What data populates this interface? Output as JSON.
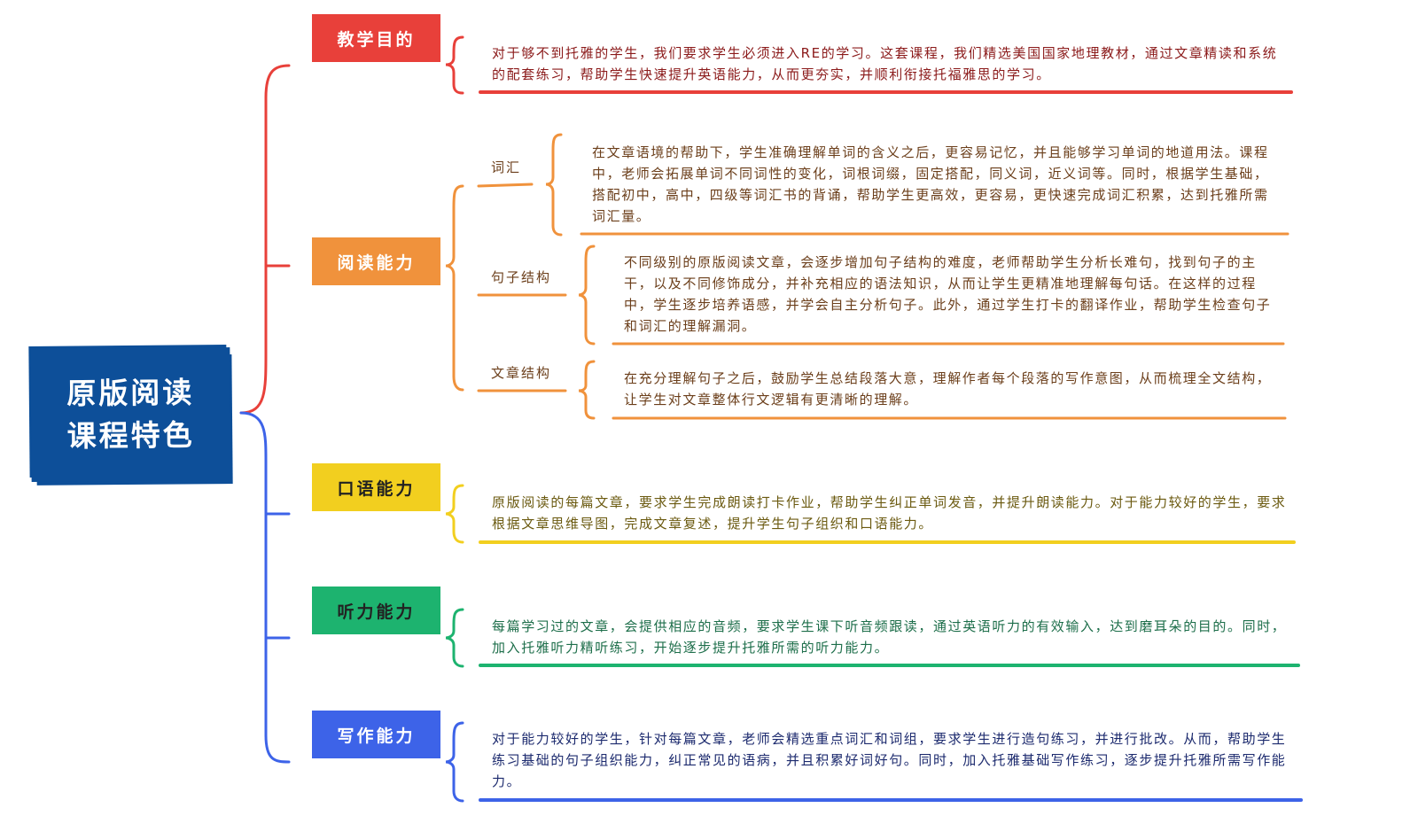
{
  "center": {
    "line1": "原版阅读",
    "line2": "课程特色"
  },
  "colors": {
    "red": "#e8403a",
    "orange": "#f0923c",
    "yellow": "#f2cf1f",
    "green": "#1db36f",
    "blue": "#3d63e8",
    "navy": "#0d4f99"
  },
  "branches": {
    "goal": {
      "label": "教学目的",
      "text": "对于够不到托雅的学生，我们要求学生必须进入RE的学习。这套课程，我们精选美国国家地理教材，通过文章精读和系统的配套练习，帮助学生快速提升英语能力，从而更夯实，并顺利衔接托福雅思的学习。"
    },
    "reading": {
      "label": "阅读能力",
      "subs": [
        {
          "label": "词汇",
          "text": "在文章语境的帮助下，学生准确理解单词的含义之后，更容易记忆，并且能够学习单词的地道用法。课程中，老师会拓展单词不同词性的变化，词根词缀，固定搭配，同义词，近义词等。同时，根据学生基础，搭配初中，高中，四级等词汇书的背诵，帮助学生更高效，更容易，更快速完成词汇积累，达到托雅所需词汇量。"
        },
        {
          "label": "句子结构",
          "text": "不同级别的原版阅读文章，会逐步增加句子结构的难度，老师帮助学生分析长难句，找到句子的主干，以及不同修饰成分，并补充相应的语法知识，从而让学生更精准地理解每句话。在这样的过程中，学生逐步培养语感，并学会自主分析句子。此外，通过学生打卡的翻译作业，帮助学生检查句子和词汇的理解漏洞。"
        },
        {
          "label": "文章结构",
          "text": "在充分理解句子之后，鼓励学生总结段落大意，理解作者每个段落的写作意图，从而梳理全文结构，让学生对文章整体行文逻辑有更清晰的理解。"
        }
      ]
    },
    "speaking": {
      "label": "口语能力",
      "text": "原版阅读的每篇文章，要求学生完成朗读打卡作业，帮助学生纠正单词发音，并提升朗读能力。对于能力较好的学生，要求根据文章思维导图，完成文章复述，提升学生句子组织和口语能力。"
    },
    "listening": {
      "label": "听力能力",
      "text": "每篇学习过的文章，会提供相应的音频，要求学生课下听音频跟读，通过英语听力的有效输入，达到磨耳朵的目的。同时，加入托雅听力精听练习，开始逐步提升托雅所需的听力能力。"
    },
    "writing": {
      "label": "写作能力",
      "text": "对于能力较好的学生，针对每篇文章，老师会精选重点词汇和词组，要求学生进行造句练习，并进行批改。从而，帮助学生练习基础的句子组织能力，纠正常见的语病，并且积累好词好句。同时，加入托雅基础写作练习，逐步提升托雅所需写作能力。"
    }
  }
}
